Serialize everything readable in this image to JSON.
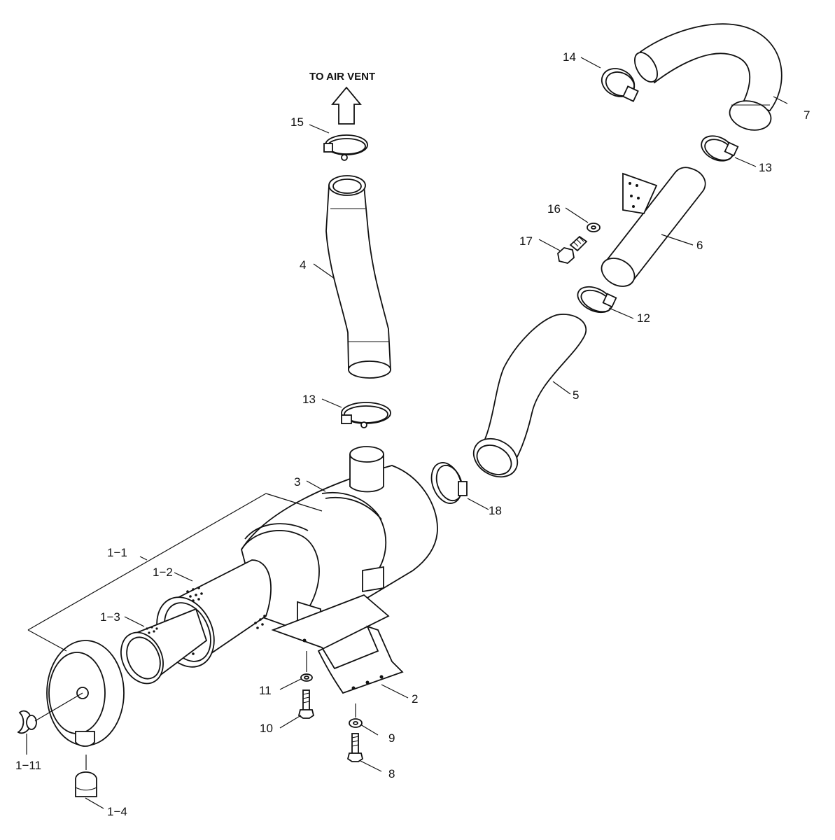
{
  "diagram": {
    "direction_note": "TO AIR VENT",
    "callouts": {
      "c1_1": "1−1",
      "c1_2": "1−2",
      "c1_3": "1−3",
      "c1_4": "1−4",
      "c1_11": "1−11",
      "c2": "2",
      "c3": "3",
      "c4": "4",
      "c5": "5",
      "c6": "6",
      "c7": "7",
      "c8": "8",
      "c9": "9",
      "c10": "10",
      "c11": "11",
      "c12": "12",
      "c13_top": "13",
      "c13_mid": "13",
      "c14": "14",
      "c15": "15",
      "c16": "16",
      "c17": "17",
      "c18": "18"
    }
  }
}
